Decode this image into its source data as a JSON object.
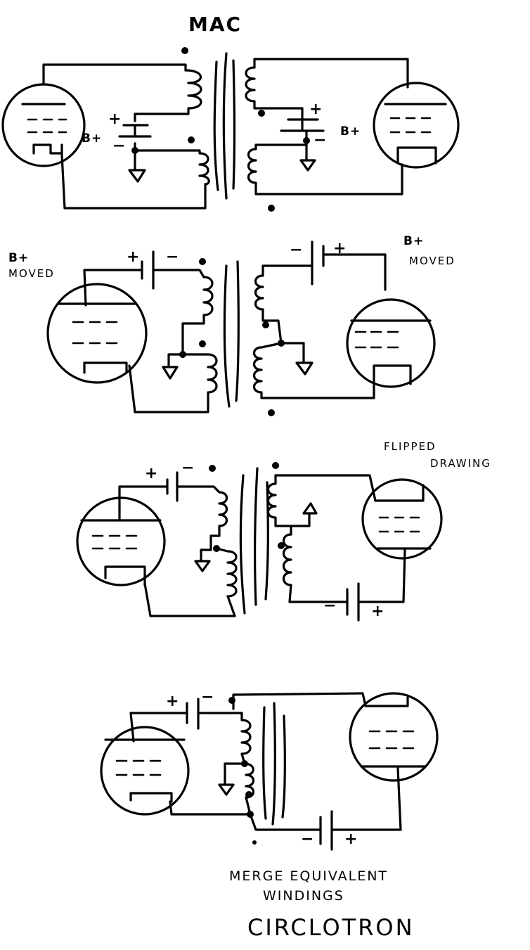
{
  "labels": {
    "title": "MAC",
    "b_plus": "B+",
    "b_plus_right": "B+",
    "b_plus_moved_left": "B+",
    "moved_left": "MOVED",
    "b_plus_moved_right": "B+",
    "moved_right": "MOVED",
    "flipped_1": "FLIPPED",
    "flipped_2": "DRAWING",
    "merge_1": "MERGE EQUIVALENT",
    "merge_2": "WINDINGS",
    "circlotron": "CIRCLOTRON"
  },
  "signs": {
    "plus": "+",
    "minus": "−"
  }
}
